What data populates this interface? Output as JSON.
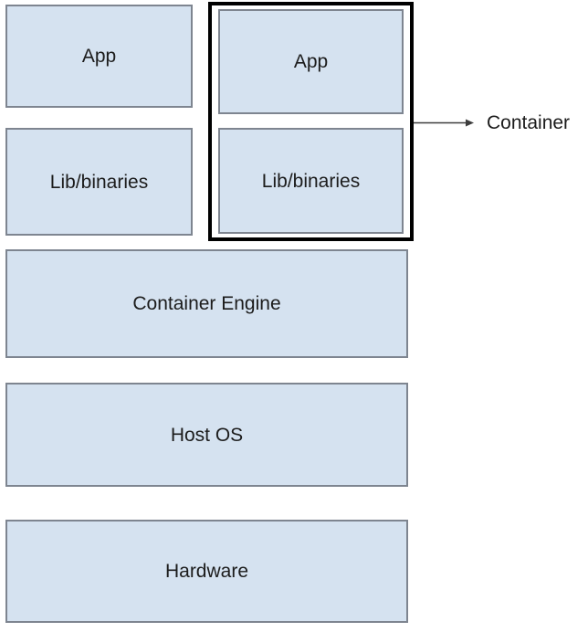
{
  "diagram": {
    "host_stack": {
      "app": {
        "label": "App"
      },
      "lib": {
        "label": "Lib/binaries"
      }
    },
    "container_group": {
      "app": {
        "label": "App"
      },
      "lib": {
        "label": "Lib/binaries"
      },
      "callout": {
        "label": "Container"
      }
    },
    "layers": {
      "engine": {
        "label": "Container Engine"
      },
      "host_os": {
        "label": "Host OS"
      },
      "hardware": {
        "label": "Hardware"
      }
    },
    "colors": {
      "box_fill": "#d5e2f0",
      "box_border": "#7e8590",
      "container_outline": "#000000",
      "label_text": "#1c1c1c",
      "arrow": "#3d3d3d"
    }
  }
}
